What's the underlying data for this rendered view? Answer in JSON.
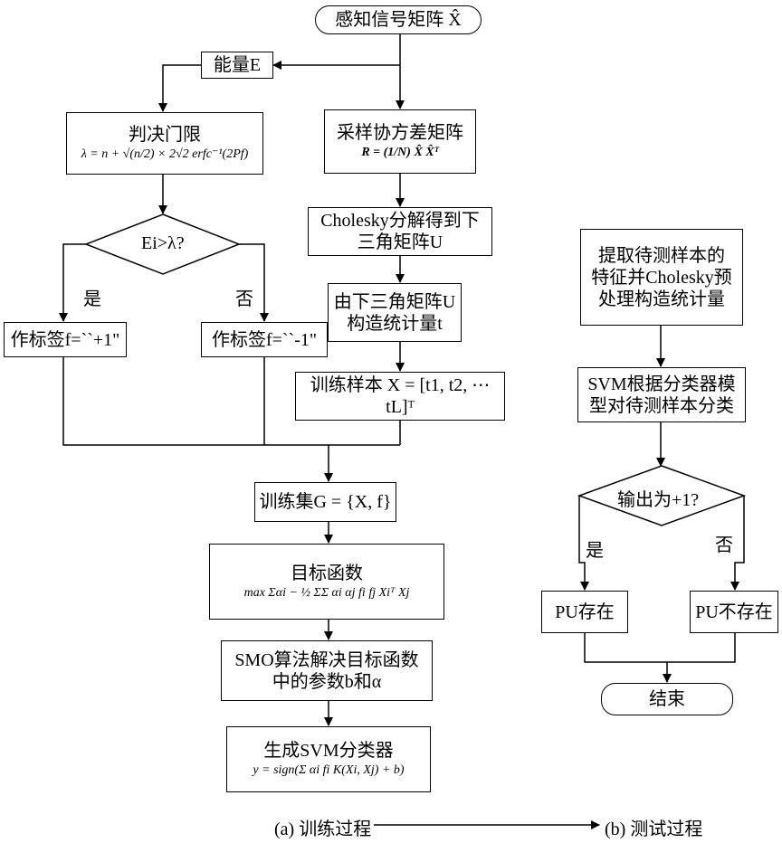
{
  "left": {
    "start": "感知信号矩阵 X̂",
    "energy": "能量E",
    "threshold_title": "判决门限",
    "threshold_formula": "λ = n + √(n/2) × 2√2 erfc⁻¹(2Pf)",
    "cov_title": "采样协方差矩阵",
    "cov_formula": "R = (1/N) X̂ X̂ᵀ",
    "cholesky": [
      "Cholesky分解得到下",
      "三角矩阵U"
    ],
    "stat": [
      "由下三角矩阵U",
      "构造统计量t"
    ],
    "decision": "Ei>λ?",
    "yes": "是",
    "no": "否",
    "label_pos": "作标签f=``+1\"",
    "label_neg": "作标签f=``-1\"",
    "train_sample": "训练样本  X = [t1, t2, ⋯tL]ᵀ",
    "train_set": "训练集G = {X, f}",
    "objective_title": "目标函数",
    "objective_formula": "max Σαi − ½ ΣΣ αi αj fi fj Xiᵀ Xj",
    "smo": [
      "SMO算法解决目标函数",
      "中的参数b和α"
    ],
    "svm_title": "生成SVM分类器",
    "svm_formula": "y = sign(Σ αi fi K(Xi, Xj) + b)"
  },
  "right": {
    "extract": [
      "提取待测样本的",
      "特征并Cholesky预",
      "处理构造统计量"
    ],
    "classify": [
      "SVM根据分类器模",
      "型对待测样本分类"
    ],
    "decision": "输出为+1?",
    "yes": "是",
    "no": "否",
    "pu_exist": "PU存在",
    "pu_absent": "PU不存在",
    "end": "结束"
  },
  "caption": {
    "a": "(a) 训练过程",
    "b": "(b) 测试过程"
  }
}
